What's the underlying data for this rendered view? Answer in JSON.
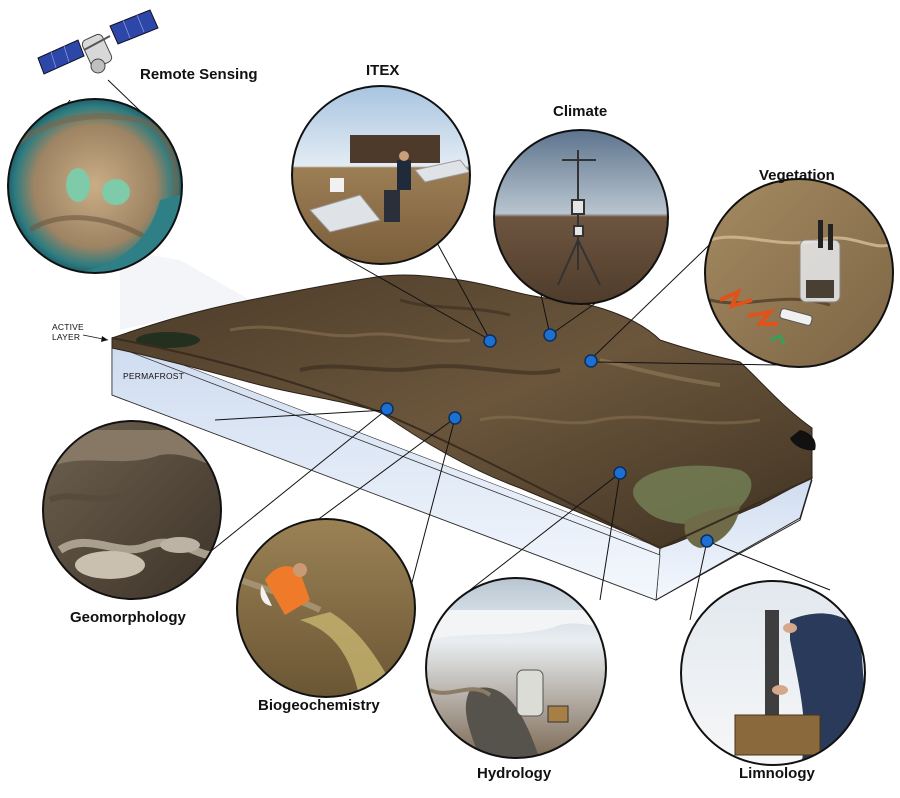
{
  "layers": {
    "active_layer": "ACTIVE\nLAYER",
    "permafrost": "PERMAFROST"
  },
  "themes": {
    "remote_sensing": "Remote Sensing",
    "itex": "ITEX",
    "climate": "Climate",
    "vegetation": "Vegetation",
    "geomorphology": "Geomorphology",
    "biogeochemistry": "Biogeochemistry",
    "hydrology": "Hydrology",
    "limnology": "Limnology"
  },
  "colors": {
    "marker": "#1d6fd1",
    "terrain": "#5b4630",
    "permafrost": "#dde7f5",
    "lake": "#6f7a4e"
  }
}
